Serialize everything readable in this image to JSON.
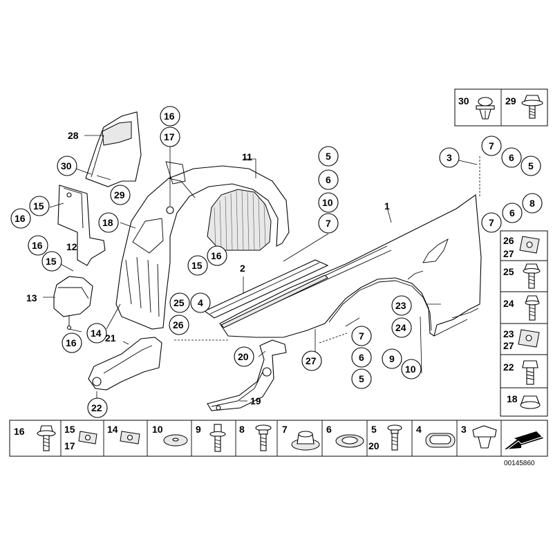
{
  "drawing_number": "00145860",
  "callouts": [
    {
      "id": "c28",
      "text": "28"
    },
    {
      "id": "c30a",
      "text": "30"
    },
    {
      "id": "c29a",
      "text": "29"
    },
    {
      "id": "c15a",
      "text": "15"
    },
    {
      "id": "c16a",
      "text": "16"
    },
    {
      "id": "c12",
      "text": "12"
    },
    {
      "id": "c16b",
      "text": "16"
    },
    {
      "id": "c15b",
      "text": "15"
    },
    {
      "id": "c13",
      "text": "13"
    },
    {
      "id": "c14a",
      "text": "14"
    },
    {
      "id": "c16c",
      "text": "16"
    },
    {
      "id": "c21",
      "text": "21"
    },
    {
      "id": "c22a",
      "text": "22"
    },
    {
      "id": "c18a",
      "text": "18"
    },
    {
      "id": "c16d",
      "text": "16"
    },
    {
      "id": "c17a",
      "text": "17"
    },
    {
      "id": "c11",
      "text": "11"
    },
    {
      "id": "c15c",
      "text": "15"
    },
    {
      "id": "c16e",
      "text": "16"
    },
    {
      "id": "c2",
      "text": "2"
    },
    {
      "id": "c4a",
      "text": "4"
    },
    {
      "id": "c25a",
      "text": "25"
    },
    {
      "id": "c26a",
      "text": "26"
    },
    {
      "id": "c5a",
      "text": "5"
    },
    {
      "id": "c6a",
      "text": "6"
    },
    {
      "id": "c10a",
      "text": "10"
    },
    {
      "id": "c7a",
      "text": "7"
    },
    {
      "id": "c1",
      "text": "1"
    },
    {
      "id": "c3a",
      "text": "3"
    },
    {
      "id": "c7b",
      "text": "7"
    },
    {
      "id": "c6b",
      "text": "6"
    },
    {
      "id": "c5b",
      "text": "5"
    },
    {
      "id": "c8a",
      "text": "8"
    },
    {
      "id": "c6c",
      "text": "6"
    },
    {
      "id": "c7c",
      "text": "7"
    },
    {
      "id": "c23a",
      "text": "23"
    },
    {
      "id": "c24a",
      "text": "24"
    },
    {
      "id": "c7d",
      "text": "7"
    },
    {
      "id": "c6d",
      "text": "6"
    },
    {
      "id": "c5c",
      "text": "5"
    },
    {
      "id": "c27a",
      "text": "27"
    },
    {
      "id": "c9a",
      "text": "9"
    },
    {
      "id": "c10b",
      "text": "10"
    },
    {
      "id": "c20a",
      "text": "20"
    },
    {
      "id": "c19",
      "text": "19"
    }
  ],
  "top_box": [
    {
      "id": "t30",
      "text": "30"
    },
    {
      "id": "t29",
      "text": "29"
    }
  ],
  "right_column": [
    {
      "id": "r26",
      "text": "26"
    },
    {
      "id": "r27",
      "text": "27"
    },
    {
      "id": "r25",
      "text": "25"
    },
    {
      "id": "r24",
      "text": "24"
    },
    {
      "id": "r23",
      "text": "23"
    },
    {
      "id": "r27b",
      "text": "27"
    },
    {
      "id": "r22",
      "text": "22"
    },
    {
      "id": "r18",
      "text": "18"
    }
  ],
  "bottom_row": [
    {
      "id": "b16",
      "text": "16"
    },
    {
      "id": "b15",
      "text": "15"
    },
    {
      "id": "b17",
      "text": "17"
    },
    {
      "id": "b14",
      "text": "14"
    },
    {
      "id": "b10",
      "text": "10"
    },
    {
      "id": "b9",
      "text": "9"
    },
    {
      "id": "b8",
      "text": "8"
    },
    {
      "id": "b7",
      "text": "7"
    },
    {
      "id": "b6",
      "text": "6"
    },
    {
      "id": "b5",
      "text": "5"
    },
    {
      "id": "b20",
      "text": "20"
    },
    {
      "id": "b4",
      "text": "4"
    },
    {
      "id": "b3",
      "text": "3"
    }
  ]
}
